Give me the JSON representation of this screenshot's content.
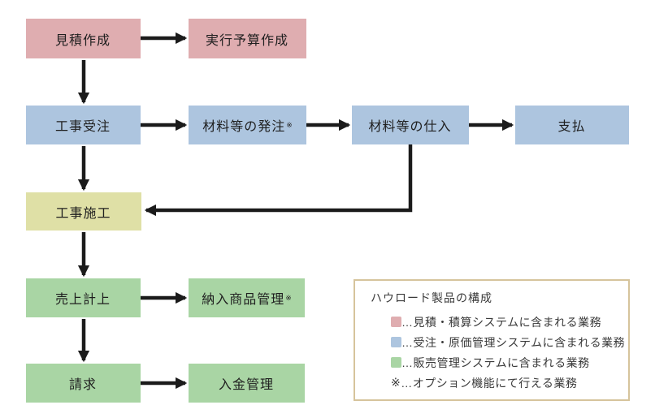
{
  "palette": {
    "node_pink": "#dfadb0",
    "node_blue": "#adc5df",
    "node_yellow": "#dfe0a6",
    "node_green": "#a9d5a4",
    "legend_border": "#d6c49c",
    "arrow_color": "#1b1b1b",
    "text_color": "#1f1f1f"
  },
  "flow": {
    "nodes": [
      {
        "label": "見積作成",
        "type": "pink"
      },
      {
        "label": "実行予算作成",
        "type": "pink"
      },
      {
        "label": "工事受注",
        "type": "blue"
      },
      {
        "label": "材料等の発注",
        "suffix": "※",
        "type": "blue"
      },
      {
        "label": "材料等の仕入",
        "type": "blue"
      },
      {
        "label": "支払",
        "type": "blue"
      },
      {
        "label": "工事施工",
        "type": "yellow"
      },
      {
        "label": "売上計上",
        "type": "green"
      },
      {
        "label": "納入商品管理",
        "suffix": "※",
        "type": "green"
      },
      {
        "label": "請求",
        "type": "green"
      },
      {
        "label": "入金管理",
        "type": "green"
      }
    ],
    "edges": [
      {
        "from": "見積作成",
        "to": "実行予算作成"
      },
      {
        "from": "見積作成",
        "to": "工事受注"
      },
      {
        "from": "工事受注",
        "to": "材料等の発注"
      },
      {
        "from": "材料等の発注",
        "to": "材料等の仕入"
      },
      {
        "from": "材料等の仕入",
        "to": "支払"
      },
      {
        "from": "工事受注",
        "to": "工事施工"
      },
      {
        "from": "材料等の仕入",
        "to": "工事施工"
      },
      {
        "from": "工事施工",
        "to": "売上計上"
      },
      {
        "from": "売上計上",
        "to": "納入商品管理"
      },
      {
        "from": "売上計上",
        "to": "請求"
      },
      {
        "from": "請求",
        "to": "入金管理"
      }
    ]
  },
  "legend": {
    "title": "ハウロード製品の構成",
    "items": [
      {
        "marker": "pink-swatch",
        "text": "…見積・積算システムに含まれる業務"
      },
      {
        "marker": "blue-swatch",
        "text": "…受注・原価管理システムに含まれる業務"
      },
      {
        "marker": "green-swatch",
        "text": "…販売管理システムに含まれる業務"
      },
      {
        "marker": "symbol",
        "symbol": "※",
        "text": "…オプション機能にて行える業務"
      }
    ]
  }
}
